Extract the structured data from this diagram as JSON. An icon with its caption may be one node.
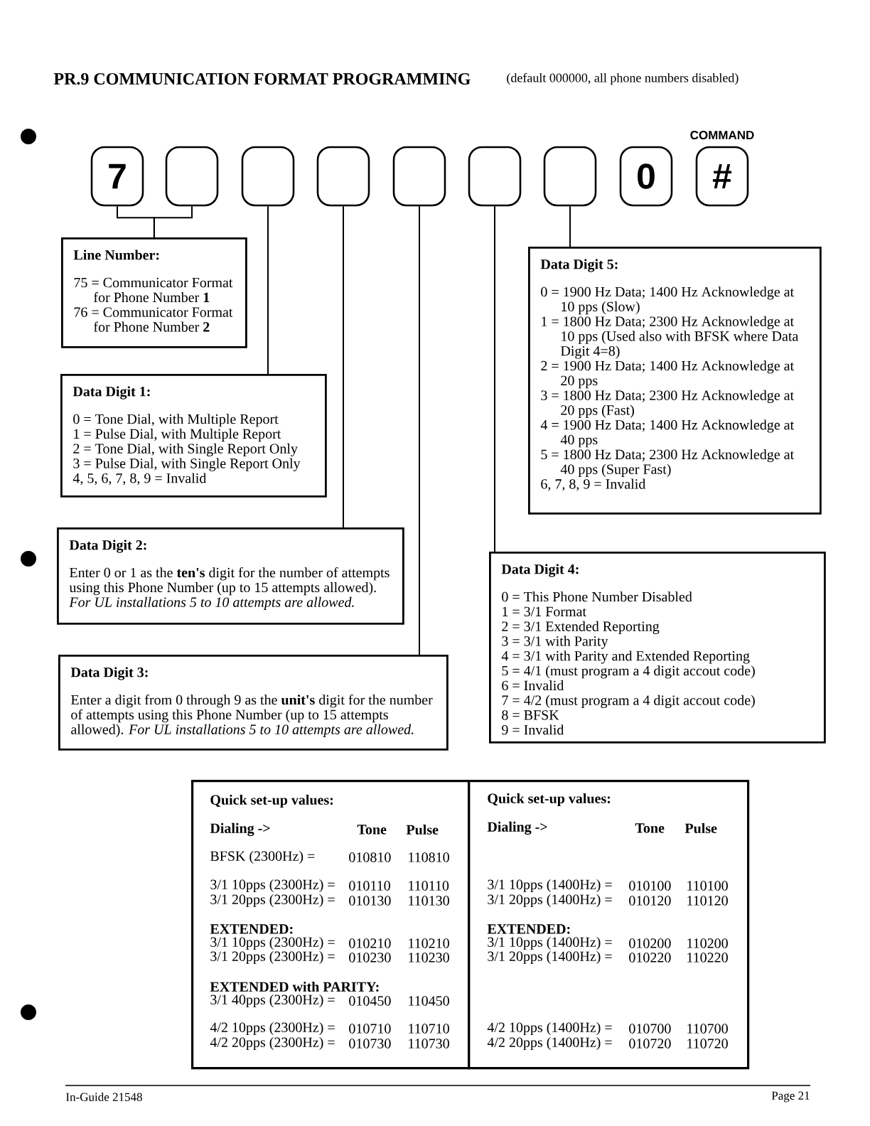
{
  "diagram": {
    "title": "PR.9 COMMUNICATION FORMAT PROGRAMMING",
    "nodes": [
      {
        "text": [
          "7"
        ]
      },
      {
        "text": [],
        "shape": "box"
      },
      {
        "text": [],
        "shape": "box"
      },
      {
        "text": [],
        "shape": "box"
      },
      {
        "text": [],
        "shape": "box"
      },
      {
        "text": [],
        "shape": "box"
      },
      {
        "text": [],
        "shape": "box"
      },
      {
        "text": [
          "0"
        ]
      },
      {
        "text": [
          "#"
        ],
        "beside": [
          "COMMAND"
        ]
      },
      {
        "text": [
          "Line Number:",
          "75 = Communicator Format for Phone Number **1**",
          "76 = Communicator Format for Phone Number **2**"
        ]
      },
      {
        "text": [
          "Data Digit 1:",
          "0 = Tone Dial, with Multiple Report",
          "1 = Pulse Dial, with Multiple Report",
          "2 = Tone Dial, with Single Report Only",
          "3 = Pulse Dial, with Single Report Only",
          "4, 5, 6, 7, 8, 9 = Invalid"
        ]
      },
      {
        "text": [
          "Data Digit 2:",
          "Enter 0 or 1 as the **ten's** digit for the number of attempts using this Phone Number (up to 15 attempts allowed). *For UL installations 5 to 10 attempts are allowed.*"
        ]
      },
      {
        "text": [
          "Data Digit 3:",
          "Enter a digit from 0 through 9 as the **unit's** digit for the number of attempts using this Phone Number (up to 15 attempts allowed). *For UL installations 5 to 10 attempts are allowed.*"
        ]
      },
      {
        "text": [
          "Data Digit 4:",
          "0 = This Phone Number Disabled",
          "1 = 3/1 Format",
          "2 = 3/1 Extended Reporting",
          "3 = 3/1 with Parity",
          "4 = 3/1 with Parity and Extended Reporting",
          "5 = 4/1 (must program a 4 digit accout code)",
          "6 = Invalid",
          "7 = 4/2 (must program a 4 digit accout code)",
          "8 = BFSK",
          "9 = Invalid"
        ]
      },
      {
        "text": [
          "Data Digit 5:",
          "0 = 1900 Hz Data; 1400 Hz Acknowledge at 10 pps (Slow)",
          "1 = 1800 Hz Data; 2300 Hz Acknowledge at 10 pps (Used also with BFSK where Data Digit 4=8)",
          "2 = 1900 Hz Data; 1400 Hz Acknowledge at 20 pps",
          "3 = 1800 Hz Data; 2300 Hz Acknowledge at 20 pps (Fast)",
          "4 = 1900 Hz Data; 1400 Hz Acknowledge at 40 pps",
          "5 = 1800 Hz Data; 2300 Hz Acknowledge at 40 pps (Super Fast)",
          "6, 7, 8, 9 = Invalid"
        ]
      },
      {
        "text": [
          "Quick set-up values:",
          "Dialing ->",
          "Tone",
          "Pulse",
          "BFSK (2300Hz) =",
          "010810",
          "110810",
          "3/1 10pps (2300Hz) =",
          "010110",
          "110110",
          "3/1 20pps (2300Hz) =",
          "010130",
          "110130",
          "EXTENDED:",
          "3/1 10pps (2300Hz) =",
          "010210",
          "110210",
          "3/1 20pps (2300Hz) =",
          "010230",
          "110230",
          "EXTENDED with PARITY:",
          "3/1 40pps (2300Hz) =",
          "010450",
          "110450",
          "4/2 10pps (2300Hz) =",
          "010710",
          "110710",
          "4/2 20pps (2300Hz) =",
          "010730",
          "110730"
        ]
      },
      {
        "text": [
          "Quick set-up values:",
          "Dialing ->",
          "Tone",
          "Pulse",
          "3/1 10pps (1400Hz) =",
          "010100",
          "110100",
          "3/1 20pps (1400Hz) =",
          "010120",
          "110120",
          "EXTENDED:",
          "3/1 10pps (1400Hz) =",
          "010200",
          "110200",
          "3/1 20pps (1400Hz) =",
          "010220",
          "110220",
          "4/2 10pps (1400Hz) =",
          "010700",
          "110700",
          "4/2 20pps (1400Hz) =",
          "010720",
          "110720"
        ]
      }
    ],
    "edges": [
      {
        "from": 0,
        "to": 9,
        "arrow": "none"
      },
      {
        "from": 1,
        "to": 9,
        "arrow": "none"
      },
      {
        "from": 2,
        "to": 10,
        "arrow": "none"
      },
      {
        "from": 3,
        "to": 11,
        "arrow": "none"
      },
      {
        "from": 4,
        "to": 12,
        "arrow": "none"
      },
      {
        "from": 5,
        "to": 13,
        "arrow": "none"
      },
      {
        "from": 6,
        "to": 14,
        "arrow": "none"
      }
    ],
    "labels": [
      "(default 000000, all phone numbers disabled)",
      "In-Guide 21548",
      "Page 21"
    ]
  }
}
